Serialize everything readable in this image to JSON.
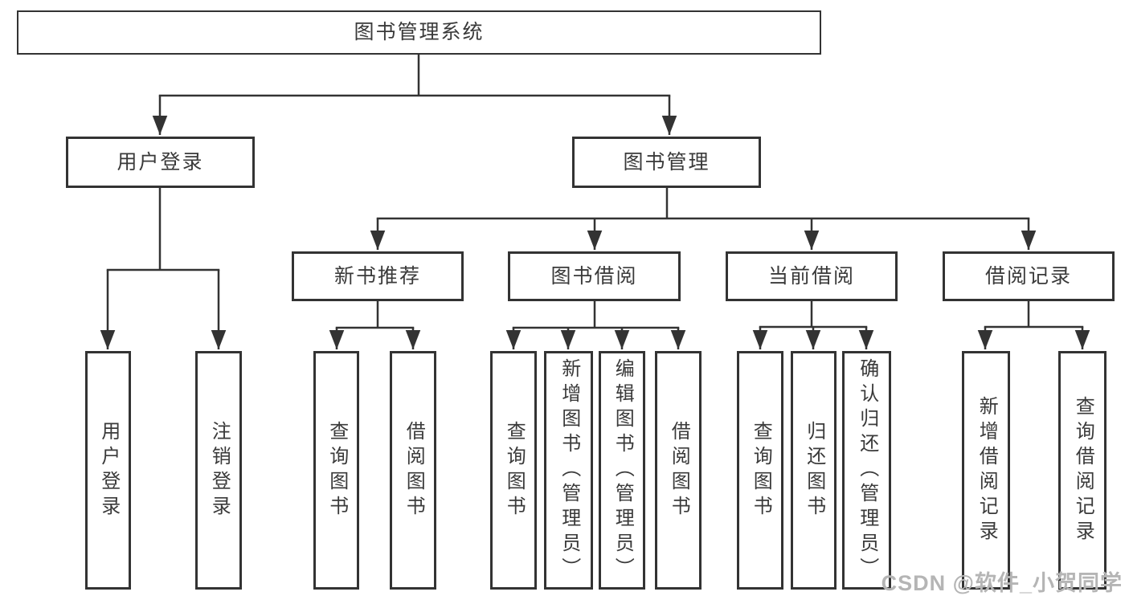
{
  "colors": {
    "bg": "#ffffff",
    "line": "#333333",
    "fill": "#ffffff",
    "text": "#3a3a3a",
    "watermark": "#b5b5b5"
  },
  "watermark": {
    "text": "CSDN @软件_小贺同学"
  },
  "diagram": {
    "type": "hierarchy-tree",
    "root": {
      "label": "图书管理系统",
      "children": [
        {
          "label": "用户登录",
          "children": [
            {
              "label": "用户登录"
            },
            {
              "label": "注销登录"
            }
          ]
        },
        {
          "label": "图书管理",
          "children": [
            {
              "label": "新书推荐",
              "children": [
                {
                  "label": "查询图书"
                },
                {
                  "label": "借阅图书"
                }
              ]
            },
            {
              "label": "图书借阅",
              "children": [
                {
                  "label": "查询图书"
                },
                {
                  "label": "新增图书（管理员）"
                },
                {
                  "label": "编辑图书（管理员）"
                },
                {
                  "label": "借阅图书"
                }
              ]
            },
            {
              "label": "当前借阅",
              "children": [
                {
                  "label": "查询图书"
                },
                {
                  "label": "归还图书"
                },
                {
                  "label": "确认归还（管理员）"
                }
              ]
            },
            {
              "label": "借阅记录",
              "children": [
                {
                  "label": "新增借阅记录"
                },
                {
                  "label": "查询借阅记录"
                }
              ]
            }
          ]
        }
      ]
    }
  }
}
